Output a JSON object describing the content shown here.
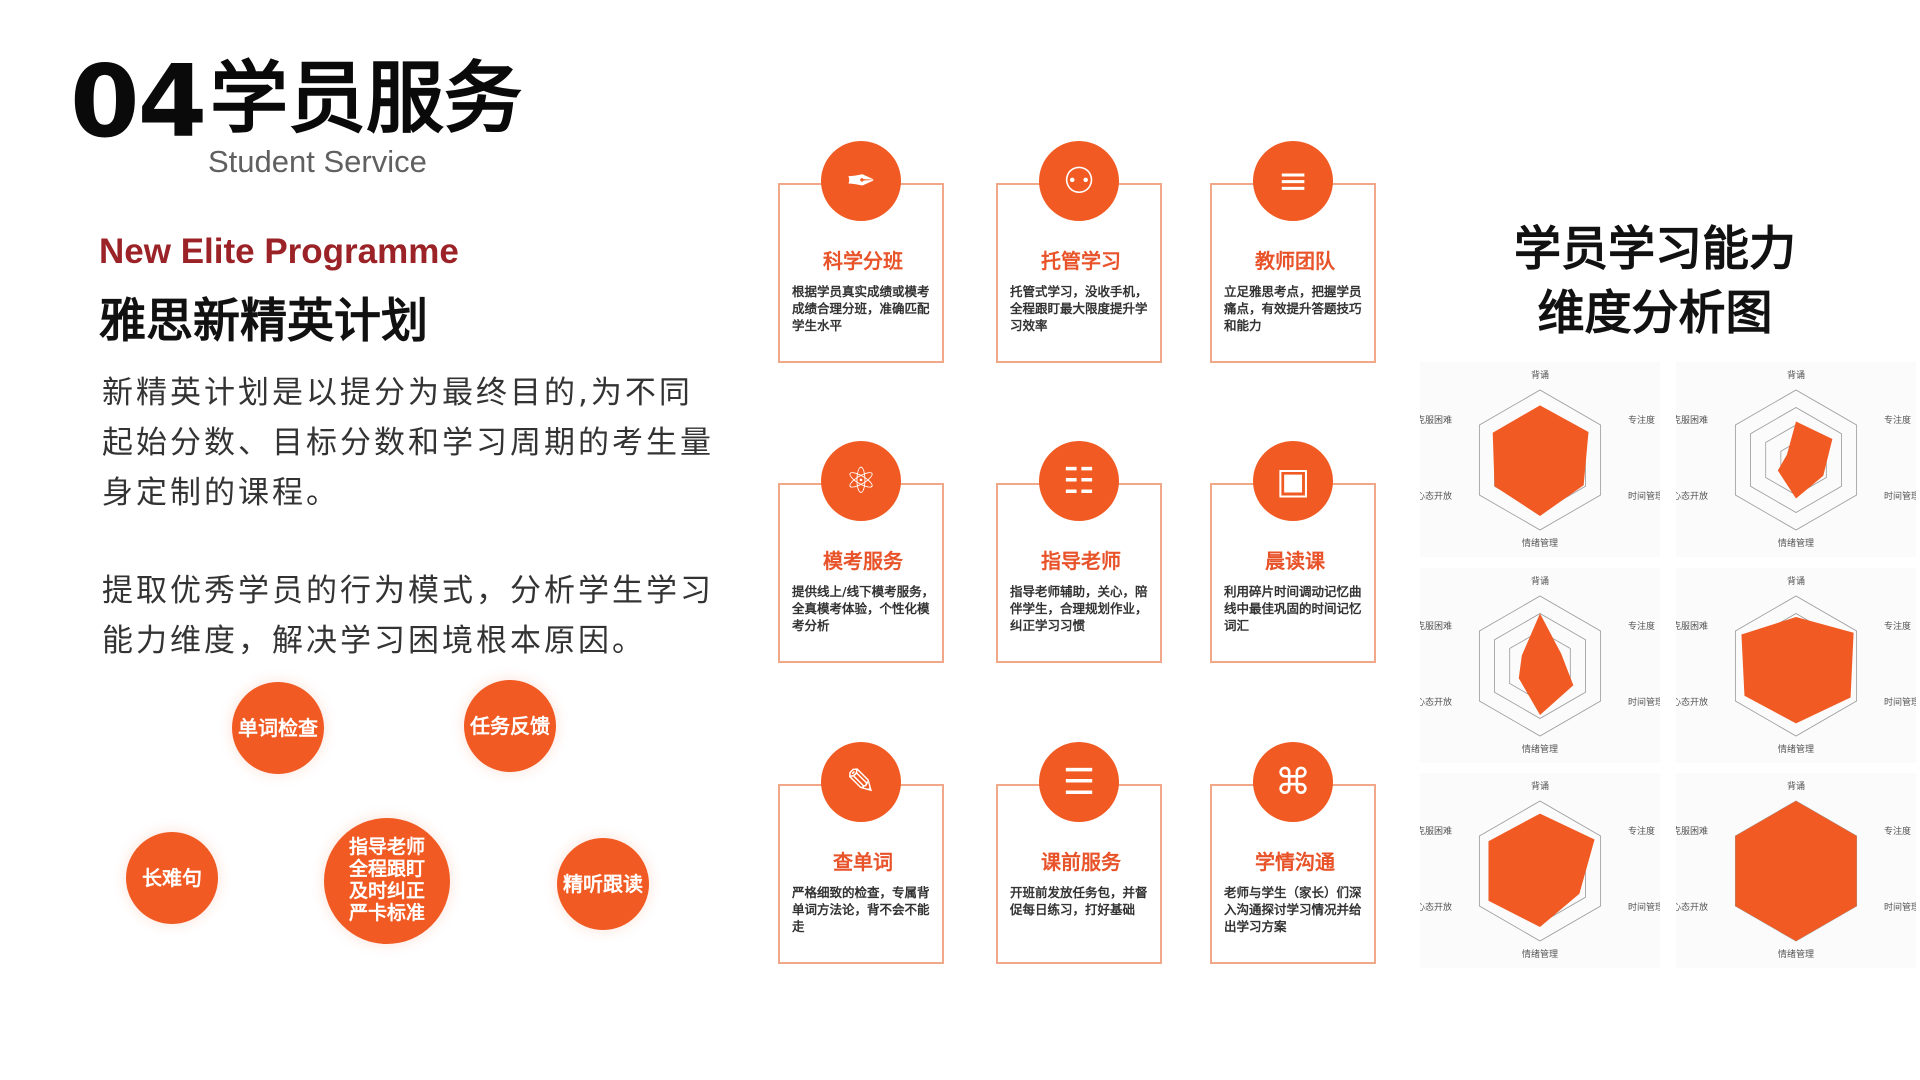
{
  "header": {
    "number": "04",
    "title": "学员服务",
    "subtitle": "Student Service"
  },
  "program": {
    "name_en": "New Elite Programme",
    "name_cn": "雅思新精英计划",
    "desc1": "新精英计划是以提分为最终目的,为不同起始分数、目标分数和学习周期的考生量身定制的课程。",
    "desc2": "提取优秀学员的行为模式，分析学生学习能力维度，解决学习困境根本原因。"
  },
  "bubbles": [
    {
      "label": "单词检查"
    },
    {
      "label": "任务反馈"
    },
    {
      "label": "长难句"
    },
    {
      "label": "指导老师全程跟盯及时纠正严卡标准"
    },
    {
      "label": "精听跟读"
    }
  ],
  "services": [
    {
      "icon": "feather-icon",
      "title": "科学分班",
      "body": "根据学员真实成绩或模考成绩合理分班，准确匹配学生水平"
    },
    {
      "icon": "students-icon",
      "title": "托管学习",
      "body": "托管式学习，没收手机，全程跟盯最大限度提升学习效率"
    },
    {
      "icon": "books-icon",
      "title": "教师团队",
      "body": "立足雅思考点，把握学员痛点，有效提升答题技巧和能力"
    },
    {
      "icon": "atom-icon",
      "title": "模考服务",
      "body": "提供线上/线下模考服务，全真模考体验，个性化模考分析"
    },
    {
      "icon": "document-icon",
      "title": "指导老师",
      "body": "指导老师辅助，关心，陪伴学生，合理规划作业，纠正学习习惯"
    },
    {
      "icon": "briefcase-icon",
      "title": "晨读课",
      "body": "利用碎片时间调动记忆曲线中最佳巩固的时间记忆词汇"
    },
    {
      "icon": "pen-ink-icon",
      "title": "查单词",
      "body": "严格细致的检查，专属背单词方法论，背不会不能走"
    },
    {
      "icon": "clipboard-icon",
      "title": "课前服务",
      "body": "开班前发放任务包，并督促每日练习，打好基础"
    },
    {
      "icon": "open-book-icon",
      "title": "学情沟通",
      "body": "老师与学生（家长）们深入沟通探讨学习情况并给出学习方案"
    }
  ],
  "analysis_title_1": "学员学习能力",
  "analysis_title_2": "维度分析图",
  "radar_axes": [
    "背诵",
    "专注度",
    "时间管理",
    "情绪管理",
    "心态开放",
    "克服困难"
  ],
  "chart_data": [
    {
      "type": "radar",
      "categories": [
        "背诵",
        "专注度",
        "时间管理",
        "情绪管理",
        "心态开放",
        "克服困难"
      ],
      "series": [
        {
          "values": [
            0.78,
            0.8,
            0.72,
            0.8,
            0.75,
            0.78
          ]
        }
      ],
      "levels": 4,
      "ylim": [
        0,
        1
      ]
    },
    {
      "type": "radar",
      "categories": [
        "背诵",
        "专注度",
        "时间管理",
        "情绪管理",
        "心态开放",
        "克服困难"
      ],
      "series": [
        {
          "values": [
            0.55,
            0.6,
            0.45,
            0.55,
            0.3,
            0.15
          ]
        }
      ],
      "levels": 4,
      "ylim": [
        0,
        1
      ]
    },
    {
      "type": "radar",
      "categories": [
        "背诵",
        "专注度",
        "时间管理",
        "情绪管理",
        "心态开放",
        "克服困难"
      ],
      "series": [
        {
          "values": [
            0.75,
            0.35,
            0.55,
            0.7,
            0.35,
            0.3
          ]
        }
      ],
      "levels": 4,
      "ylim": [
        0,
        1
      ]
    },
    {
      "type": "radar",
      "categories": [
        "背诵",
        "专注度",
        "时间管理",
        "情绪管理",
        "心态开放",
        "克服困难"
      ],
      "series": [
        {
          "values": [
            0.7,
            0.95,
            0.9,
            0.82,
            0.85,
            0.9
          ]
        }
      ],
      "levels": 4,
      "ylim": [
        0,
        1
      ]
    },
    {
      "type": "radar",
      "categories": [
        "背诵",
        "专注度",
        "时间管理",
        "情绪管理",
        "心态开放",
        "克服困难"
      ],
      "series": [
        {
          "values": [
            0.82,
            0.9,
            0.65,
            0.8,
            0.85,
            0.85
          ]
        }
      ],
      "levels": 4,
      "ylim": [
        0,
        1
      ]
    },
    {
      "type": "radar",
      "categories": [
        "背诵",
        "专注度",
        "时间管理",
        "情绪管理",
        "心态开放",
        "克服困难"
      ],
      "series": [
        {
          "values": [
            1.0,
            1.0,
            1.0,
            1.0,
            1.0,
            1.0
          ]
        }
      ],
      "levels": 4,
      "ylim": [
        0,
        1
      ]
    }
  ],
  "colors": {
    "accent": "#f15a22",
    "brand_red": "#9b2226",
    "card_border": "#f0a889"
  }
}
